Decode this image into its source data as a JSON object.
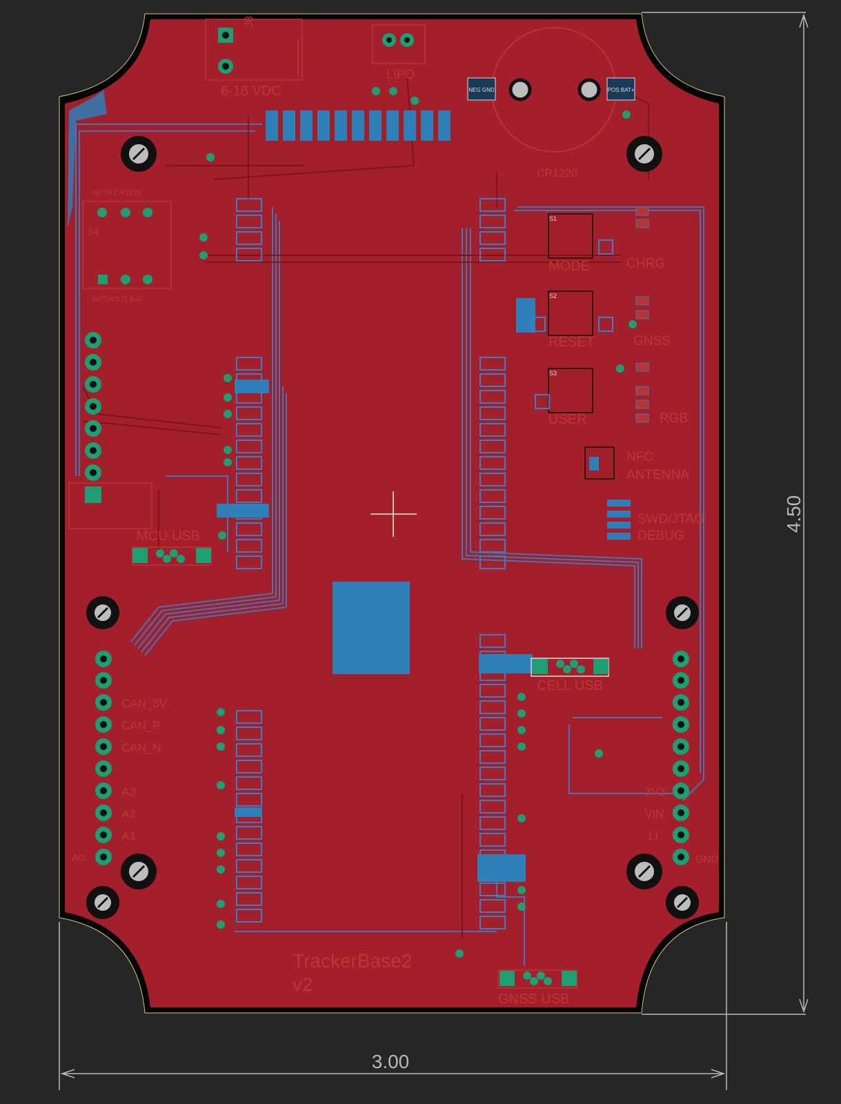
{
  "board": {
    "title": "TrackerBase2",
    "version": "v2",
    "colors": {
      "background": "#262626",
      "copper_top": "#a31f2b",
      "copper_bottom": "#2f7fb8",
      "outline": "#050505",
      "dimension": "#b8b8b8",
      "silkscreen": "#c23434",
      "pad": "#1d9e73"
    }
  },
  "dimensions": {
    "width_label": "3.00",
    "height_label": "4.50"
  },
  "labels": {
    "power_in": "6-18 VDC",
    "connector_j8": "J8",
    "lipo": "LIPO",
    "neg_gnd": "NEG GND",
    "pos_bat": "POS BAT+",
    "coin_cell": "CR1220",
    "with_cr1220": "WITH CR1220",
    "without_bat": "WITHOUT BAT",
    "switch_s4": "S4",
    "mode": "MODE",
    "chrg": "CHRG",
    "reset": "RESET",
    "gnss": "GNSS",
    "user": "USER",
    "rgb": "RGB",
    "nfc": "NFC",
    "antenna": "ANTENNA",
    "swd_jtag": "SWD/JTAG",
    "debug": "DEBUG",
    "mcu_usb": "MCU USB",
    "cell_usb": "CELL USB",
    "gnss_usb": "GNSS USB",
    "can_5v": "CAN_5V",
    "can_p": "CAN_P",
    "can_n": "CAN_N",
    "a3": "A3",
    "a2": "A2",
    "a1": "A1",
    "a0": "A0",
    "three_v3": "3V3",
    "vin": "VIN",
    "li": "LI",
    "gnd": "GND",
    "s1": "S1",
    "s2": "S2",
    "s3": "S3"
  }
}
